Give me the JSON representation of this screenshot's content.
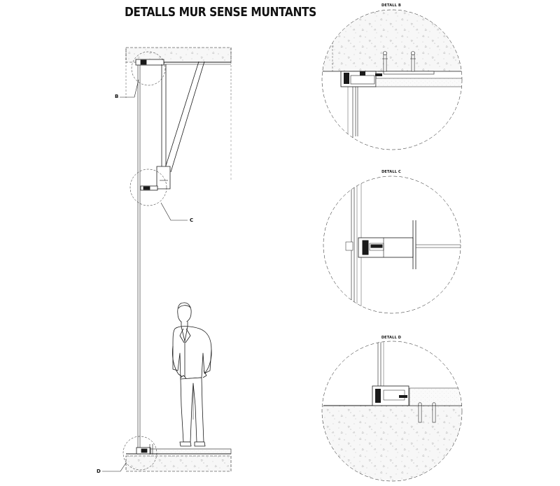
{
  "title": "DETALLS MUR SENSE MUNTANTS",
  "callouts": {
    "b": "B",
    "c": "C",
    "d": "D"
  },
  "details": {
    "b": "DETALL B",
    "c": "DETALL C",
    "d": "DETALL D"
  },
  "colors": {
    "line": "#1a1a1a",
    "concrete": "#f6f6f6",
    "hatch": "#bbbbbb"
  }
}
